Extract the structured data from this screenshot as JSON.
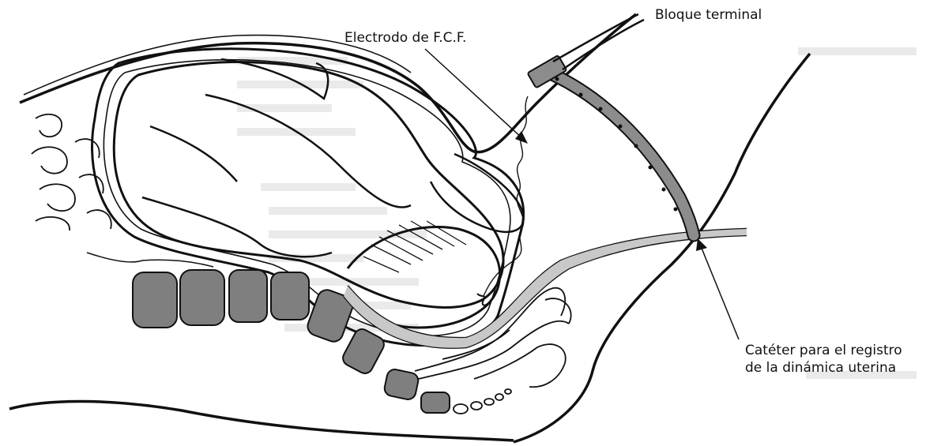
{
  "labels": {
    "bloque_terminal": "Bloque terminal",
    "electrodo": "Electrodo de F.C.F.",
    "cateter_line1": "Catéter para el registro",
    "cateter_line2": "de la dinámica uterina"
  },
  "colors": {
    "outline": "#111111",
    "bone_fill": "#7f7f7f",
    "catheter_fill": "#8c8c8c",
    "background": "#ffffff"
  }
}
